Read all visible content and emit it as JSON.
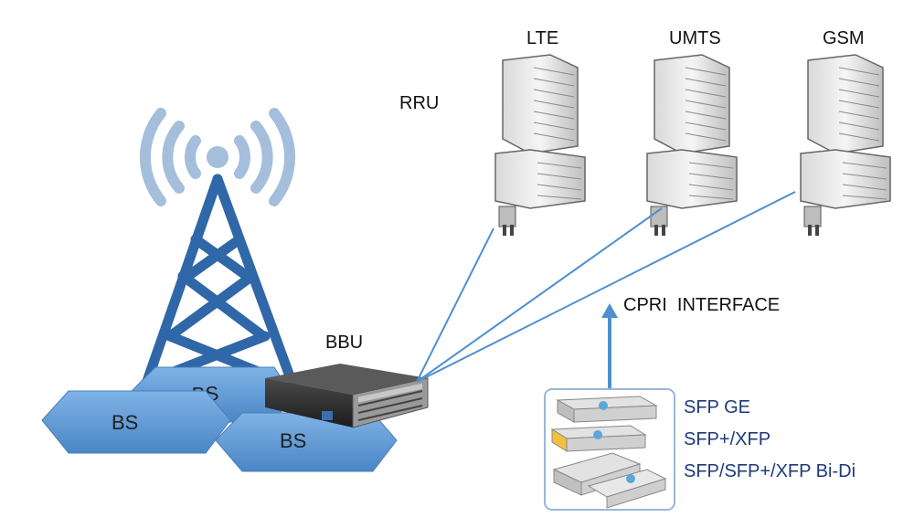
{
  "labels": {
    "rru": "RRU",
    "lte": "LTE",
    "umts": "UMTS",
    "gsm": "GSM",
    "bbu": "BBU",
    "cpri_interface": "CPRI  INTERFACE"
  },
  "base_stations": [
    "BS",
    "BS",
    "BS"
  ],
  "sfp_list": [
    "SFP GE",
    "SFP+/XFP",
    "SFP/SFP+/XFP Bi-Di"
  ],
  "colors": {
    "tower": "#2f67a8",
    "waves": "#9ab6d6",
    "hexagon": "#5c9ad9",
    "connection_line": "#4f8fd0",
    "sfp_text": "#1e3a78"
  }
}
